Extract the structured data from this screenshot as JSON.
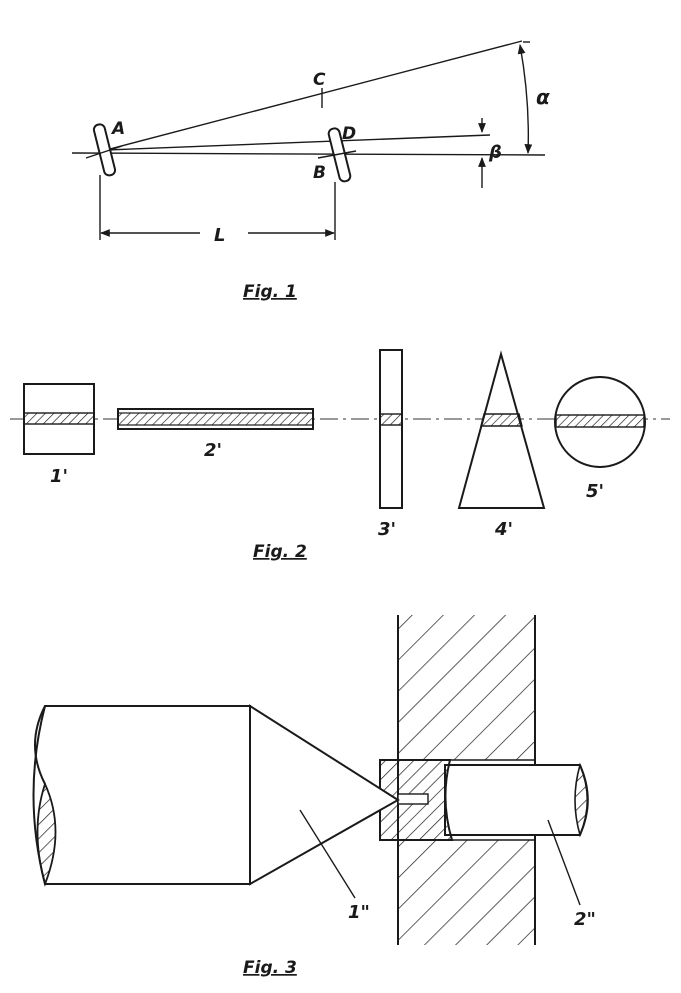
{
  "fig1": {
    "caption": "Fig. 1",
    "labels": {
      "A": "A",
      "B": "B",
      "C": "C",
      "D": "D",
      "L": "L",
      "alpha": "α",
      "beta": "β"
    }
  },
  "fig2": {
    "caption": "Fig. 2",
    "labels": {
      "p1": "1'",
      "p2": "2'",
      "p3": "3'",
      "p4": "4'",
      "p5": "5'"
    }
  },
  "fig3": {
    "caption": "Fig. 3",
    "labels": {
      "p1": "1\"",
      "p2": "2\""
    }
  },
  "colors": {
    "ink": "#1a1a1a",
    "paper": "#ffffff"
  }
}
